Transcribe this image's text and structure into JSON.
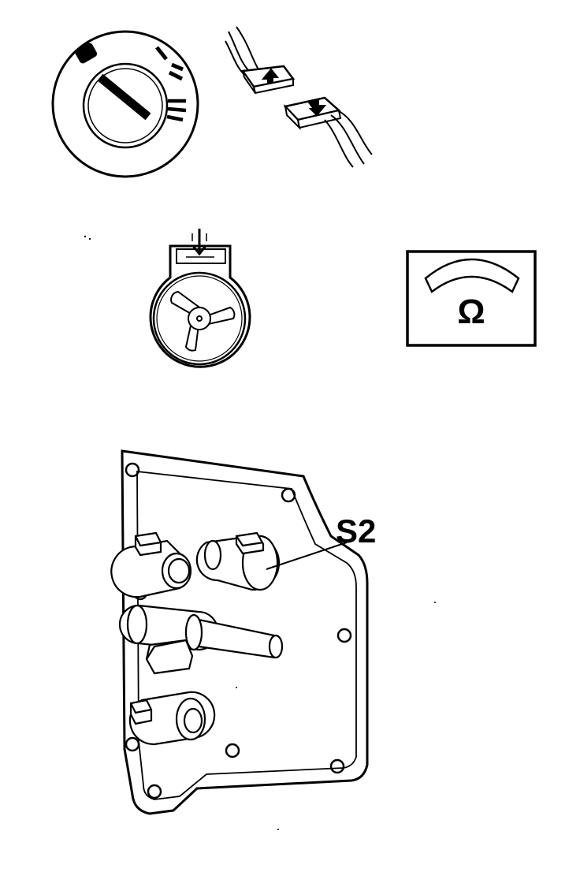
{
  "labels": {
    "ignition_positions": [
      "0",
      "I",
      "II",
      "III"
    ],
    "ohmmeter_symbol": "Ω",
    "callout": "S2"
  }
}
